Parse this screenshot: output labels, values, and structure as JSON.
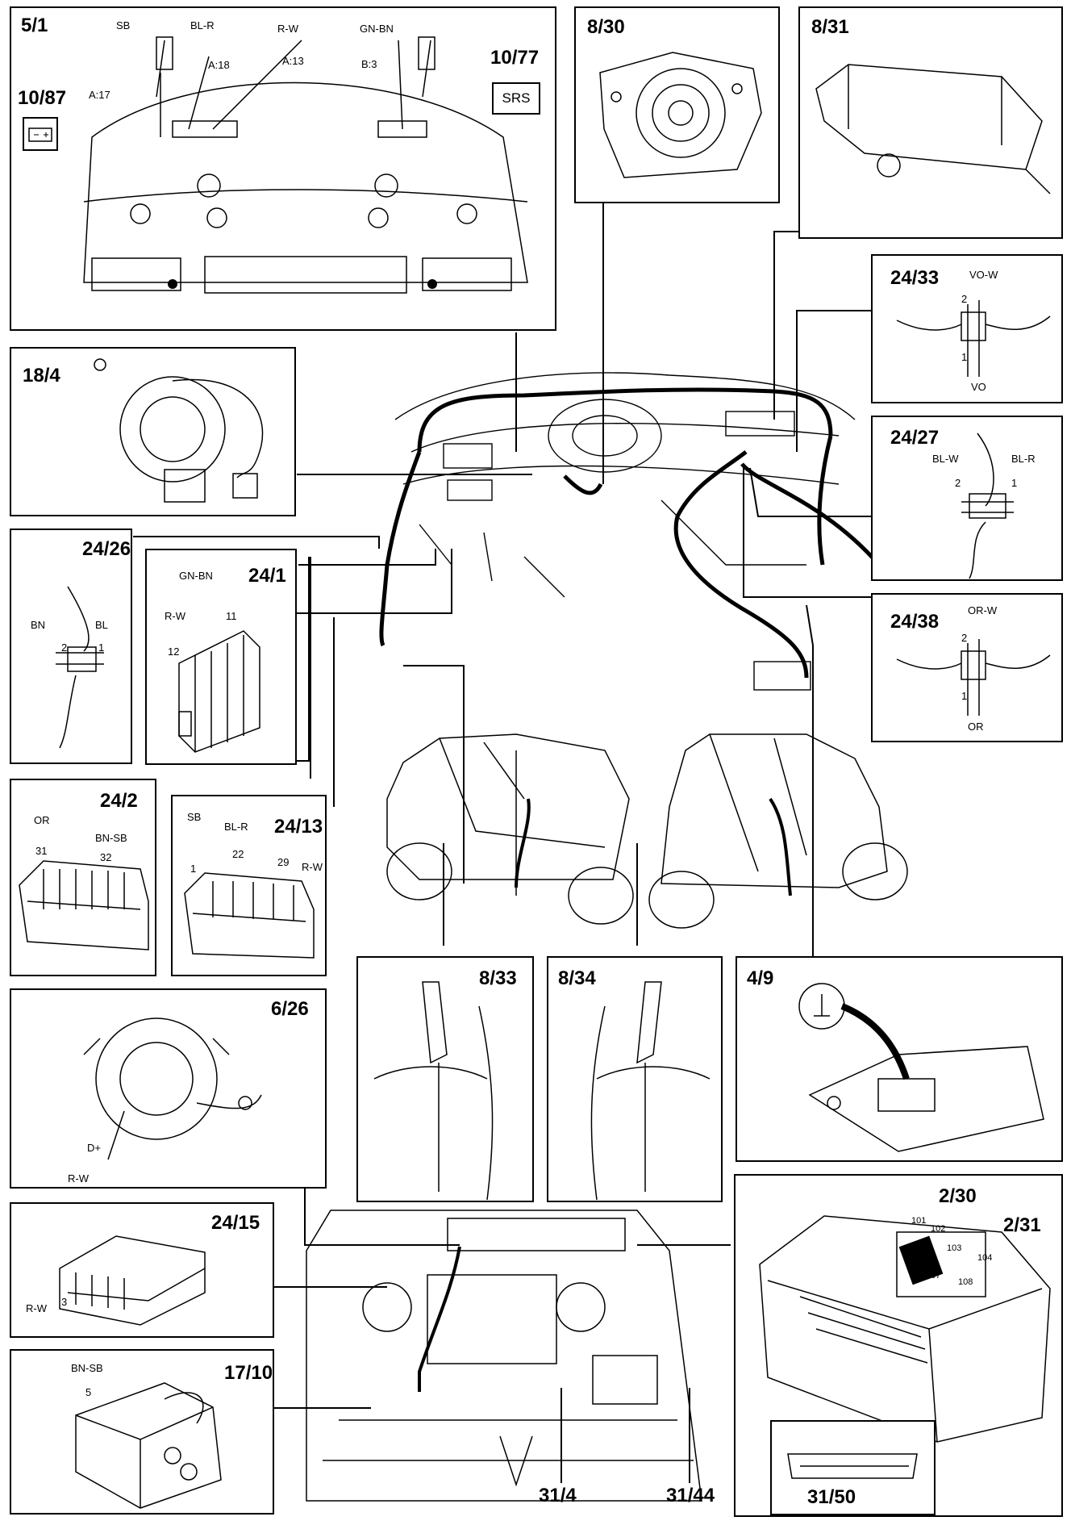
{
  "panels": {
    "p5_1": {
      "id": "5/1",
      "labels": {
        "sb": "SB",
        "blr": "BL-R",
        "rw": "R-W",
        "gnbn": "GN-BN",
        "a17": "A:17",
        "a18": "A:18",
        "a13": "A:13",
        "b3": "B:3"
      }
    },
    "p10_87": {
      "id": "10/87"
    },
    "p10_77": {
      "id": "10/77",
      "symbol": "SRS"
    },
    "p8_30": {
      "id": "8/30"
    },
    "p8_31": {
      "id": "8/31"
    },
    "p18_4": {
      "id": "18/4"
    },
    "p24_33": {
      "id": "24/33",
      "labels": {
        "top": "VO-W",
        "bottom": "VO",
        "n2": "2",
        "n1": "1"
      }
    },
    "p24_27": {
      "id": "24/27",
      "labels": {
        "left": "BL-W",
        "right": "BL-R",
        "n2": "2",
        "n1": "1"
      }
    },
    "p24_26": {
      "id": "24/26",
      "labels": {
        "left": "BN",
        "right": "BL",
        "n2": "2",
        "n1": "1"
      }
    },
    "p24_1": {
      "id": "24/1",
      "labels": {
        "gnbn": "GN-BN",
        "rw": "R-W",
        "n11": "11",
        "n12": "12"
      }
    },
    "p24_38": {
      "id": "24/38",
      "labels": {
        "top": "OR-W",
        "bottom": "OR",
        "n2": "2",
        "n1": "1"
      }
    },
    "p24_2": {
      "id": "24/2",
      "labels": {
        "or": "OR",
        "bnsb": "BN-SB",
        "n31": "31",
        "n32": "32"
      }
    },
    "p24_13": {
      "id": "24/13",
      "labels": {
        "sb": "SB",
        "blr": "BL-R",
        "rw": "R-W",
        "n1": "1",
        "n22": "22",
        "n29": "29"
      }
    },
    "p6_26": {
      "id": "6/26",
      "labels": {
        "dplus": "D+",
        "rw": "R-W"
      }
    },
    "p8_33": {
      "id": "8/33"
    },
    "p8_34": {
      "id": "8/34"
    },
    "p4_9": {
      "id": "4/9"
    },
    "p24_15": {
      "id": "24/15",
      "labels": {
        "rw": "R-W",
        "n3": "3"
      }
    },
    "p17_10": {
      "id": "17/10",
      "labels": {
        "bnsb": "BN-SB",
        "n5": "5"
      }
    },
    "p2_30": {
      "id": "2/30",
      "id2": "2/31",
      "labels": {
        "f101": "101",
        "f102": "102",
        "f103": "103",
        "f104": "104",
        "f107": "107",
        "f108": "108"
      }
    },
    "p31_50": {
      "id": "31/50"
    }
  },
  "bottom_labels": {
    "c31_4": "31/4",
    "c31_44": "31/44"
  },
  "colors": {
    "line": "#000000",
    "background": "#ffffff"
  }
}
